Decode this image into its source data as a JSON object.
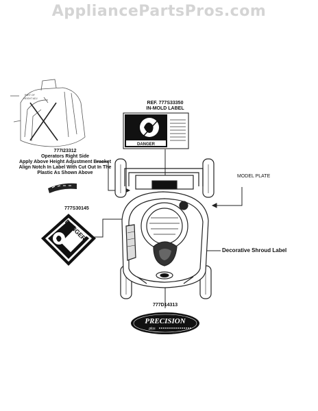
{
  "watermark": "AppliancePartsPros.com",
  "callouts": {
    "inmold_ref": "REF. 777S33350",
    "inmold_name": "IN-MOLD LABEL",
    "right_part": "777I23312",
    "right_line1": "Operators Right Side",
    "right_line2": "Apply Above Height Adjustment Bracket",
    "right_line3": "Align Notch In Label With Cut Out In The",
    "right_line4": "Plastic As Shown Above",
    "model_plate": "MODEL PLATE",
    "danger_part": "777S30145",
    "shroud": "Decorative Shroud Label",
    "bottom_part": "777D14313"
  },
  "label_art": {
    "danger_word": "DANGER",
    "precision_word": "PRECISION",
    "precision_sub": "plus"
  }
}
